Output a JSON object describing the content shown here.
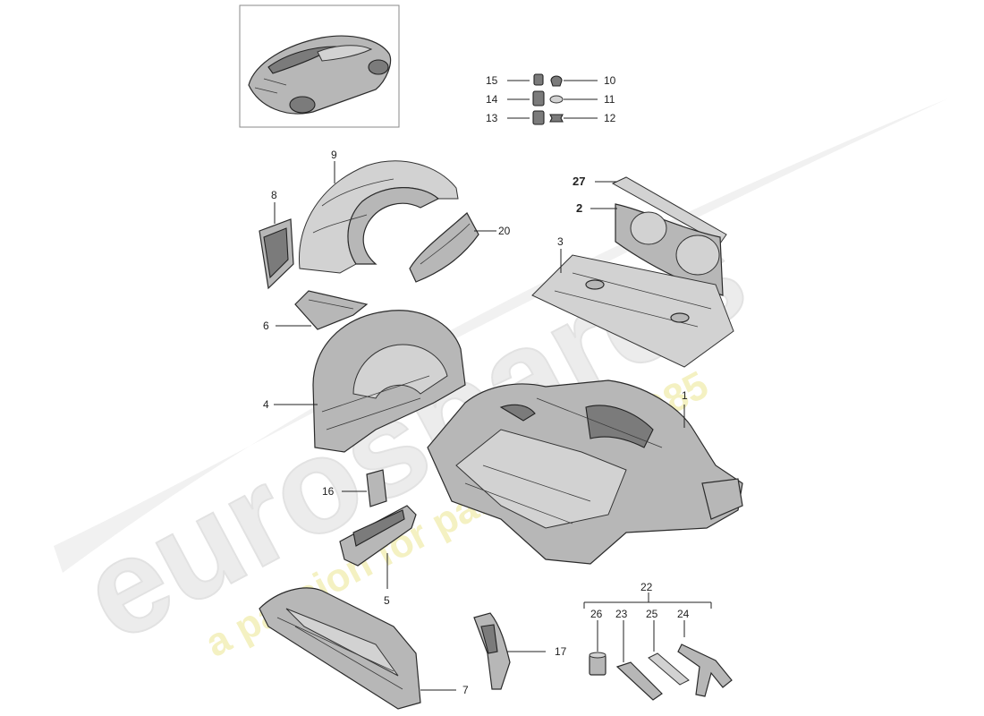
{
  "watermark": {
    "brand": "eurospares",
    "tagline": "a passion for parts since 1985"
  },
  "callouts": {
    "c1": "1",
    "c2": "2",
    "c3": "3",
    "c4": "4",
    "c5": "5",
    "c6": "6",
    "c7": "7",
    "c8": "8",
    "c9": "9",
    "c10": "10",
    "c11": "11",
    "c12": "12",
    "c13": "13",
    "c14": "14",
    "c15": "15",
    "c16": "16",
    "c17": "17",
    "c20": "20",
    "c22": "22",
    "c23": "23",
    "c24": "24",
    "c25": "25",
    "c26": "26",
    "c27": "27"
  },
  "colors": {
    "watermark": "#e9e9e9",
    "watermark_tagline": "#f3f0b8",
    "part_fill": "#b7b7b7",
    "outline": "#222222"
  },
  "icons": {
    "thumbnail": "car-thumbnail-icon"
  }
}
